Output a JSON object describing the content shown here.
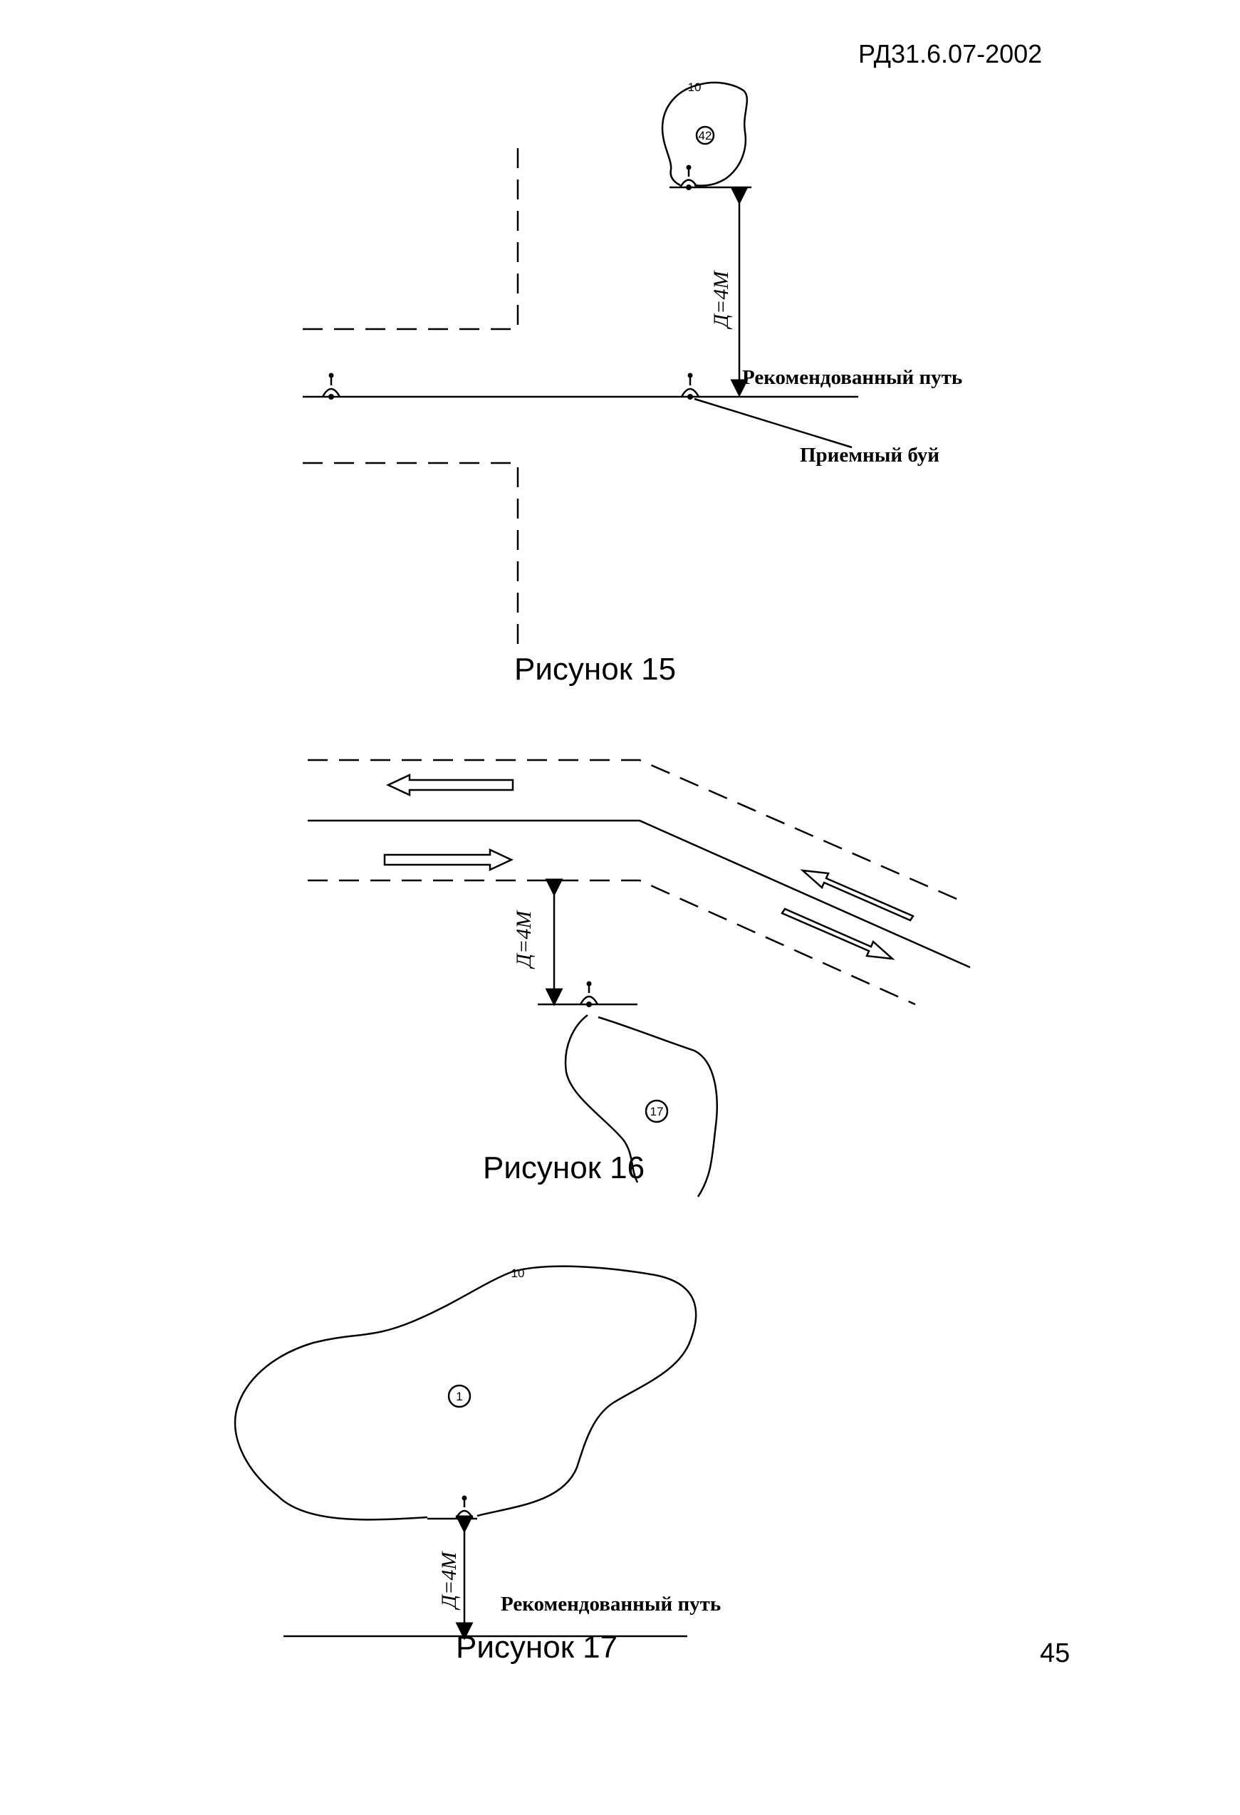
{
  "header": {
    "doc_code": "РД31.6.07-2002"
  },
  "figure15": {
    "caption": "Рисунок 15",
    "label_route": "Рекомендованный путь",
    "label_buoy": "Приемный буй",
    "dimension": "Д=4М",
    "depth_mark": "42",
    "isobath": "10"
  },
  "figure16": {
    "caption": "Рисунок 16",
    "dimension": "Д=4М",
    "depth_mark": "17"
  },
  "figure17": {
    "caption": "Рисунок 17",
    "label_route": "Рекомендованный путь",
    "dimension": "Д=4М",
    "depth_mark": "1",
    "isobath": "10"
  },
  "footer": {
    "page_number": "45"
  }
}
